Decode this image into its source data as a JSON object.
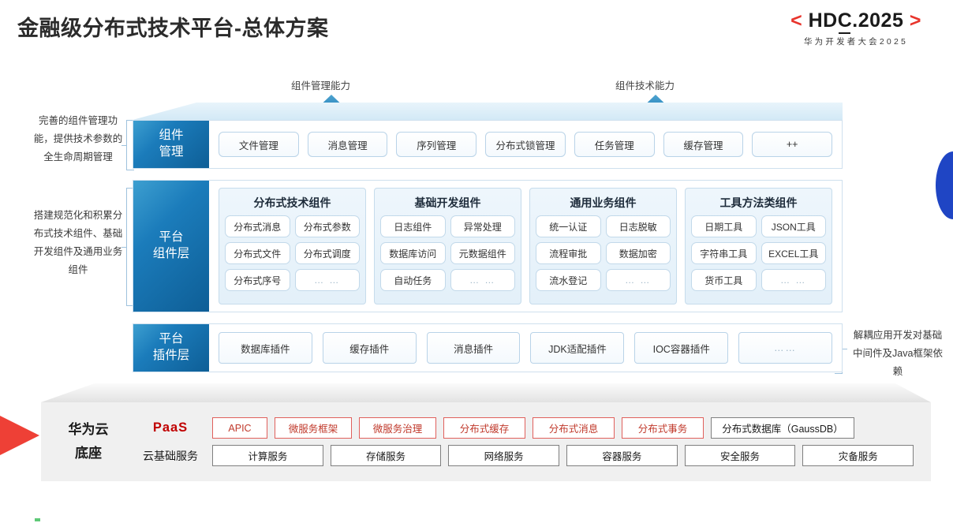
{
  "header": {
    "title": "金融级分布式技术平台-总体方案",
    "logo": {
      "bracket_left": "<",
      "bracket_right": ">",
      "main_pre": "HD",
      "main_c": "C",
      "main_post": ".2025",
      "subtitle": "华为开发者大会2025",
      "bracket_color": "#e8342c"
    }
  },
  "callouts": [
    {
      "label": "组件管理能力"
    },
    {
      "label": "组件技术能力"
    }
  ],
  "side_notes": {
    "left": [
      "完善的组件管理功能，提供技术参数的全生命周期管理",
      "搭建规范化和积累分布式技术组件、基础开发组件及通用业务组件"
    ],
    "right": [
      "解耦应用开发对基础中间件及Java框架依赖"
    ]
  },
  "layers": [
    {
      "id": "component-management",
      "label": "组件\n管理",
      "cells": [
        "文件管理",
        "消息管理",
        "序列管理",
        "分布式锁管理",
        "任务管理",
        "缓存管理",
        "++"
      ]
    },
    {
      "id": "platform-component",
      "label": "平台\n组件层",
      "groups": [
        {
          "title": "分布式技术组件",
          "cells": [
            "分布式消息",
            "分布式参数",
            "分布式文件",
            "分布式调度",
            "分布式序号",
            "… …"
          ]
        },
        {
          "title": "基础开发组件",
          "cells": [
            "日志组件",
            "异常处理",
            "数据库访问",
            "元数据组件",
            "自动任务",
            "… …"
          ]
        },
        {
          "title": "通用业务组件",
          "cells": [
            "统一认证",
            "日志脱敏",
            "流程审批",
            "数据加密",
            "流水登记",
            "… …"
          ]
        },
        {
          "title": "工具方法类组件",
          "cells": [
            "日期工具",
            "JSON工具",
            "字符串工具",
            "EXCEL工具",
            "货币工具",
            "… …"
          ]
        }
      ]
    },
    {
      "id": "platform-plugin",
      "label": "平台\n插件层",
      "cells": [
        "数据库插件",
        "缓存插件",
        "消息插件",
        "JDK适配插件",
        "IOC容器插件",
        "……"
      ]
    }
  ],
  "cloud": {
    "title": "华为云\n底座",
    "rows": [
      {
        "label": "PaaS",
        "label_style": "paas",
        "cells": [
          {
            "text": "APIC",
            "style": "red",
            "width": 70
          },
          {
            "text": "微服务框架",
            "style": "red",
            "width": 98
          },
          {
            "text": "微服务治理",
            "style": "red",
            "width": 98
          },
          {
            "text": "分布式缓存",
            "style": "red",
            "width": 104
          },
          {
            "text": "分布式消息",
            "style": "red",
            "width": 104
          },
          {
            "text": "分布式事务",
            "style": "red",
            "width": 104
          },
          {
            "text": "分布式数据库（GaussDB）",
            "style": "neutral",
            "width": 182
          }
        ]
      },
      {
        "label": "云基础服务",
        "label_style": "plain",
        "cells": [
          {
            "text": "计算服务"
          },
          {
            "text": "存储服务"
          },
          {
            "text": "网络服务"
          },
          {
            "text": "容器服务"
          },
          {
            "text": "安全服务"
          },
          {
            "text": "灾备服务"
          }
        ]
      }
    ]
  },
  "colors": {
    "accent_blue": "#1b7cbb",
    "brand_red": "#e8342c",
    "paas_red": "#c0392b",
    "deco_blue": "#1f45c4"
  }
}
